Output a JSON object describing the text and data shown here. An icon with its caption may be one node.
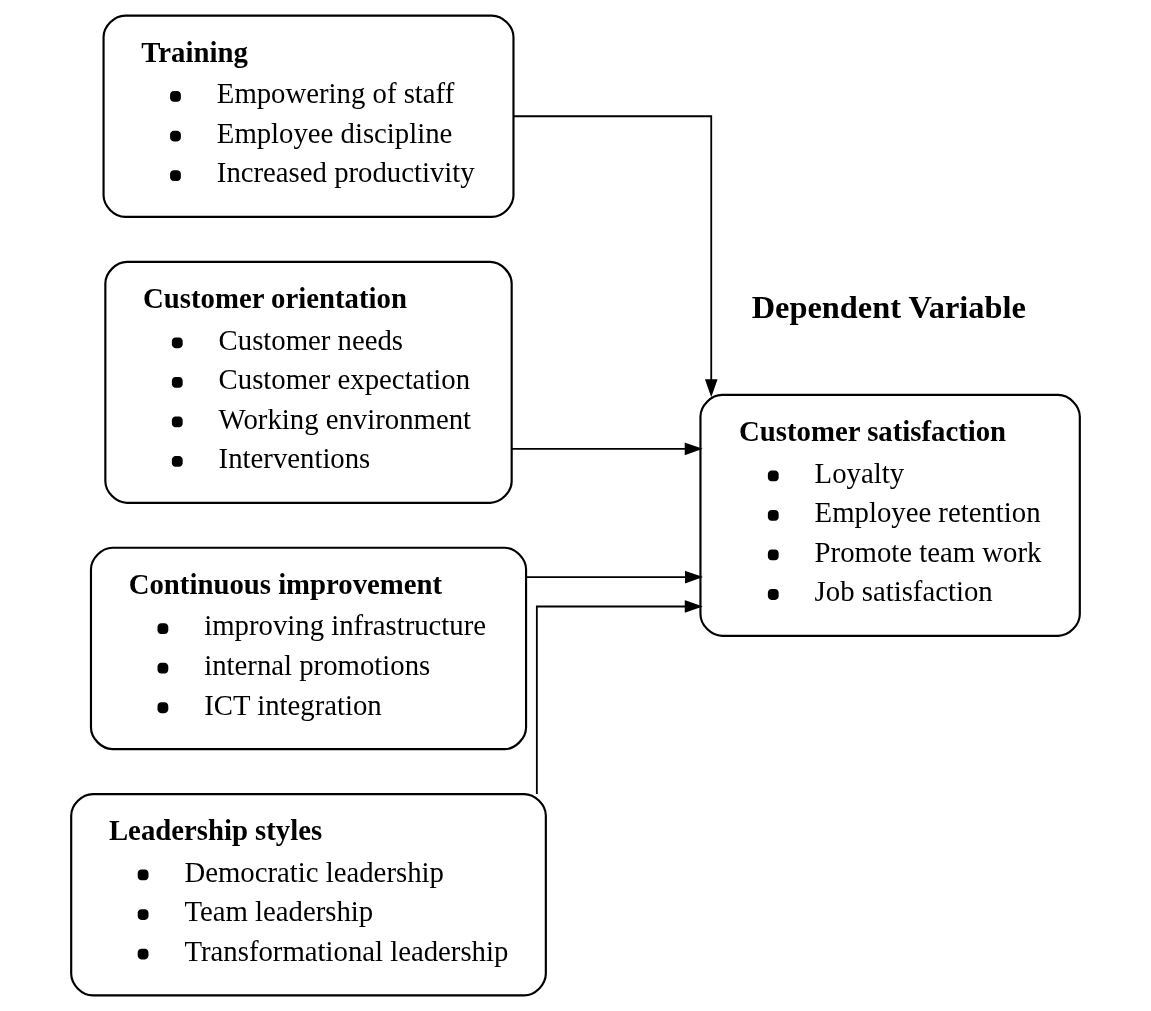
{
  "diagram": {
    "nodes": [
      {
        "text": [
          "Training",
          "Empowering of staff",
          "Employee discipline",
          "Increased productivity"
        ]
      },
      {
        "text": [
          "Customer orientation",
          "Customer needs",
          "Customer expectation",
          "Working environment",
          "Interventions"
        ]
      },
      {
        "text": [
          "Continuous improvement",
          "improving infrastructure",
          "internal promotions",
          "ICT integration"
        ]
      },
      {
        "text": [
          "Leadership styles",
          "Democratic leadership",
          "Team leadership",
          "Transformational leadership"
        ]
      },
      {
        "text": [
          "Customer satisfaction",
          "Loyalty",
          "Employee retention",
          "Promote team work",
          "Job satisfaction"
        ]
      }
    ],
    "edges": [
      {
        "from": 0,
        "to": 4,
        "arrow": "to"
      },
      {
        "from": 1,
        "to": 4,
        "arrow": "to"
      },
      {
        "from": 2,
        "to": 4,
        "arrow": "to"
      },
      {
        "from": 3,
        "to": 4,
        "arrow": "to"
      }
    ],
    "labels": [
      "Dependent Variable"
    ]
  }
}
